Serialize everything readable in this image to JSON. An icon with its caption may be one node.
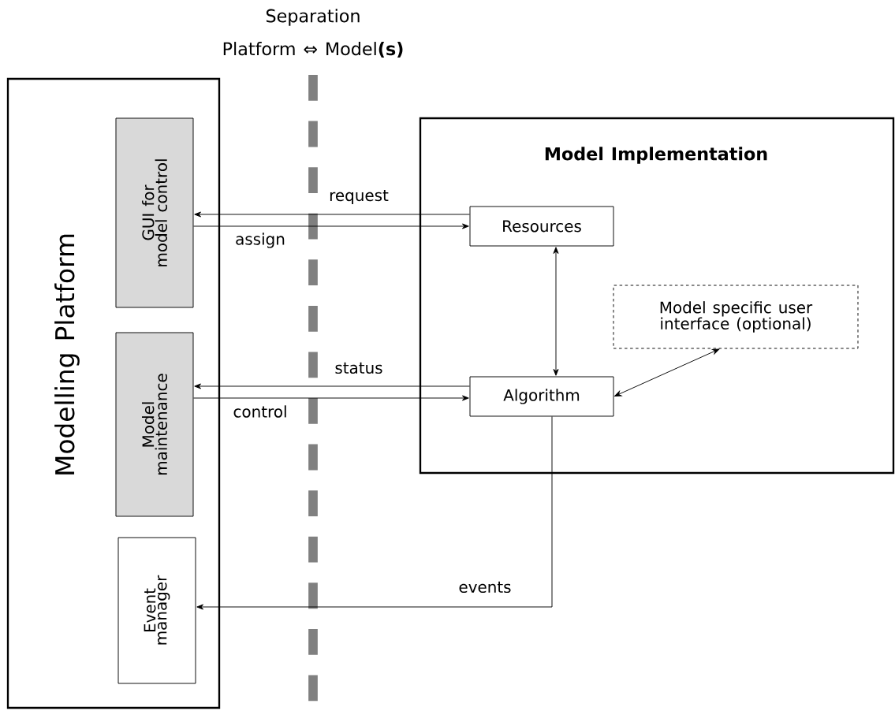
{
  "diagram": {
    "title": "Separation",
    "nodes": [
      {
        "text": [
          "Modelling Platform"
        ]
      },
      {
        "text": [
          "GUI for model control"
        ],
        "in": 0
      },
      {
        "text": [
          "Model maintenance"
        ],
        "in": 0
      },
      {
        "text": [
          "Event manager"
        ],
        "in": 0
      },
      {
        "text": [
          "Model Implementation"
        ]
      },
      {
        "text": [
          "Resources"
        ],
        "in": 4
      },
      {
        "text": [
          "Algorithm"
        ],
        "in": 4
      },
      {
        "text": [
          "Model specific user interface (optional)"
        ],
        "in": 4
      }
    ],
    "edges": [
      {
        "from": 5,
        "to": 1,
        "arrow": "to",
        "label": "request"
      },
      {
        "from": 1,
        "to": 5,
        "arrow": "to",
        "label": "assign"
      },
      {
        "from": 6,
        "to": 2,
        "arrow": "to",
        "label": "status"
      },
      {
        "from": 2,
        "to": 6,
        "arrow": "to",
        "label": "control"
      },
      {
        "from": 5,
        "to": 6,
        "arrow": "both"
      },
      {
        "from": 6,
        "to": 7,
        "arrow": "both"
      },
      {
        "from": 6,
        "to": 3,
        "arrow": "to",
        "label": "events"
      }
    ],
    "labels": [
      "Platform ⇔ Model**(s)**"
    ]
  }
}
